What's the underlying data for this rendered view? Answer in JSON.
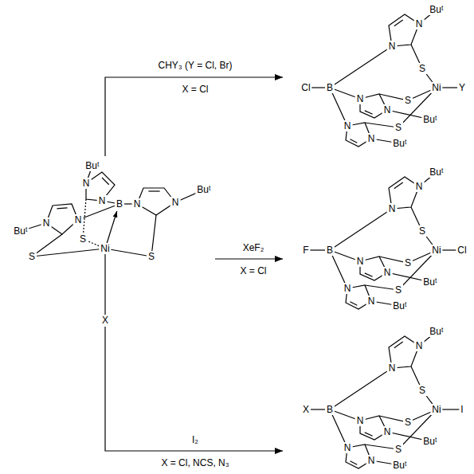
{
  "diagram": {
    "labels": [
      "Buᵗ",
      "N",
      "N",
      "Cl",
      "B",
      "S",
      "Ni",
      "Y",
      "N",
      "S",
      "N",
      "Buᵗ",
      "N",
      "S",
      "N",
      "Buᵗ",
      "CHY₃ (Y = Cl, Br)",
      "X = Cl",
      "Buᵗ",
      "N",
      "N",
      "B",
      "N",
      "N",
      "Buᵗ",
      "Buᵗ",
      "N",
      "N",
      "S",
      "Ni",
      "S",
      "S",
      "X",
      "XeF₂",
      "X = Cl",
      "Buᵗ",
      "N",
      "N",
      "F",
      "B",
      "S",
      "Ni",
      "Cl",
      "N",
      "S",
      "N",
      "Buᵗ",
      "N",
      "S",
      "N",
      "Buᵗ",
      "I₂",
      "X = Cl, NCS, N₃",
      "Buᵗ",
      "N",
      "N",
      "X",
      "B",
      "S",
      "Ni",
      "I",
      "N",
      "S",
      "N",
      "Buᵗ",
      "N",
      "S",
      "N",
      "Buᵗ"
    ]
  }
}
